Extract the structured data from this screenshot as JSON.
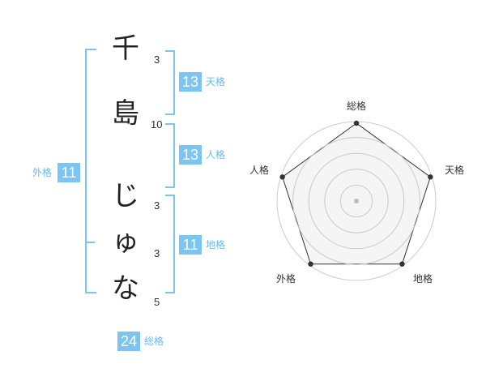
{
  "name": {
    "chars": [
      {
        "char": "千",
        "strokes": "3"
      },
      {
        "char": "島",
        "strokes": "10"
      },
      {
        "char": "じ",
        "strokes": "3"
      },
      {
        "char": "ゅ",
        "strokes": "3"
      },
      {
        "char": "な",
        "strokes": "5"
      }
    ]
  },
  "grid": {
    "tenkaku": {
      "value": "13",
      "label": "天格"
    },
    "jinkaku": {
      "value": "13",
      "label": "人格"
    },
    "chikaku": {
      "value": "11",
      "label": "地格"
    },
    "gaikaku": {
      "value": "11",
      "label": "外格"
    },
    "soukaku": {
      "value": "24",
      "label": "総格"
    }
  },
  "radar": {
    "axes": [
      "総格",
      "天格",
      "地格",
      "外格",
      "人格"
    ],
    "values": [
      1,
      1,
      1,
      1,
      1
    ],
    "rings": 5,
    "colors": {
      "fill": "#eeeeee",
      "line": "#333333",
      "ring": "#cccccc",
      "dot": "#333333",
      "center": "#bbbbbb"
    }
  },
  "colors": {
    "accent": "#7cc5f2",
    "accent_text": "#6cb9ea"
  }
}
